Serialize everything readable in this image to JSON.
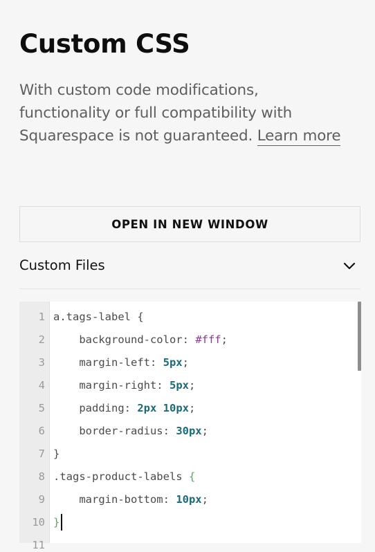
{
  "panel": {
    "title": "Custom CSS",
    "description": "With custom code modifications, functionality or full compatibility with Squarespace is not guaranteed.",
    "learn_more": "Learn more",
    "open_button": "OPEN IN NEW WINDOW",
    "custom_files_label": "Custom Files",
    "chevron_icon": "chevron-down-icon"
  },
  "editor": {
    "line_numbers": [
      "1",
      "2",
      "3",
      "4",
      "5",
      "6",
      "7",
      "8",
      "9",
      "10",
      "11"
    ],
    "lines": [
      [
        {
          "t": "a.tags-label {",
          "c": "plain"
        }
      ],
      [
        {
          "t": "    background-color: ",
          "c": "plain"
        },
        {
          "t": "#fff",
          "c": "hex"
        },
        {
          "t": ";",
          "c": "plain"
        }
      ],
      [
        {
          "t": "    margin-left: ",
          "c": "plain"
        },
        {
          "t": "5px",
          "c": "num"
        },
        {
          "t": ";",
          "c": "plain"
        }
      ],
      [
        {
          "t": "    margin-right: ",
          "c": "plain"
        },
        {
          "t": "5px",
          "c": "num"
        },
        {
          "t": ";",
          "c": "plain"
        }
      ],
      [
        {
          "t": "    padding: ",
          "c": "plain"
        },
        {
          "t": "2px",
          "c": "num"
        },
        {
          "t": " ",
          "c": "plain"
        },
        {
          "t": "10px",
          "c": "num"
        },
        {
          "t": ";",
          "c": "plain"
        }
      ],
      [
        {
          "t": "    border-radius: ",
          "c": "plain"
        },
        {
          "t": "30px",
          "c": "num"
        },
        {
          "t": ";",
          "c": "plain"
        }
      ],
      [
        {
          "t": "}",
          "c": "plain"
        }
      ],
      [
        {
          "t": ".tags-product-labels ",
          "c": "plain"
        },
        {
          "t": "{",
          "c": "brace-hl"
        }
      ],
      [
        {
          "t": "    margin-bottom: ",
          "c": "plain"
        },
        {
          "t": "10px",
          "c": "num"
        },
        {
          "t": ";",
          "c": "plain"
        }
      ],
      [
        {
          "t": "}",
          "c": "brace-hl"
        }
      ],
      []
    ],
    "colors": {
      "number": "#1a6a78",
      "hex": "#8d3c8d",
      "matched_brace": "#4caf50",
      "plain": "#4a4a4a"
    }
  }
}
